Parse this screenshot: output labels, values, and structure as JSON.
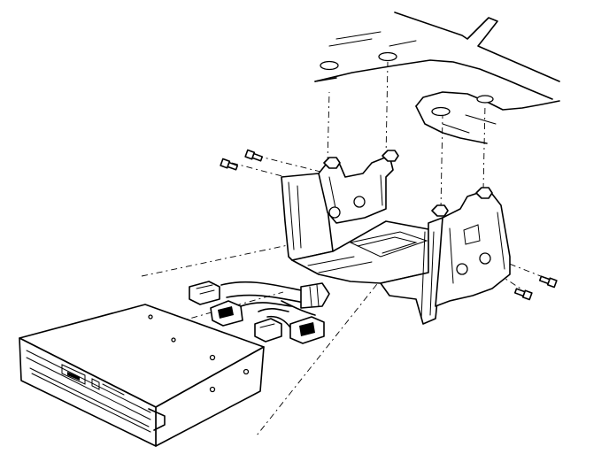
{
  "diagram": {
    "components": [
      {
        "id": "dashboard-panel",
        "icon": "dashboard-underside-outline"
      },
      {
        "id": "mounting-bracket",
        "icon": "u-shaped-bracket"
      },
      {
        "id": "head-unit",
        "icon": "radio-cassette-unit"
      },
      {
        "id": "wiring-connectors",
        "icon": "wire-harness-plugs"
      },
      {
        "id": "mounting-screws",
        "icon": "screw"
      }
    ]
  }
}
